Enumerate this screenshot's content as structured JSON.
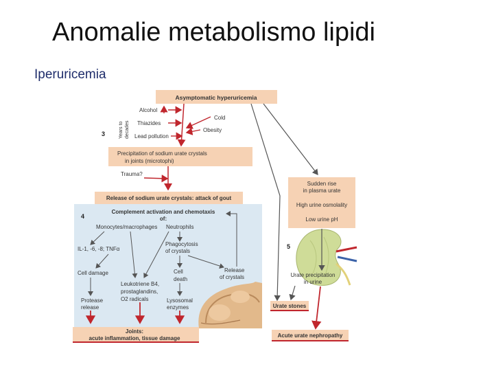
{
  "page": {
    "title": "Anomalie metabolismo lipidi",
    "subtitle": "Iperuricemia"
  },
  "colors": {
    "box_fill": "#f6d2b4",
    "panel_fill": "#dbe8f2",
    "red_arrow": "#c0262d",
    "gray_arrow": "#555555",
    "kidney": "#cfdc98"
  },
  "diagram": {
    "top_box": "Asymptomatic hyperuricemia",
    "side_label_years": "Years to",
    "side_label_decades": "decades",
    "step_3": "3",
    "step_4": "4",
    "step_5": "5",
    "factors": {
      "alcohol": "Alcohol",
      "thiazides": "Thiazides",
      "lead": "Lead pollution",
      "cold": "Cold",
      "obesity": "Obesity",
      "trauma": "Trauma?"
    },
    "precip_line1": "Precipitation of sodium urate crystals",
    "precip_line2": "in joints (microtophi)",
    "release_box": "Release of sodium urate crystals: attack of gout",
    "complement_line1": "Complement activation and chemotaxis",
    "complement_line2": "of:",
    "monocytes": "Monocytes/macrophages",
    "neutrophils": "Neutrophils",
    "interleukins": "IL-1, -6, -8; TNFα",
    "phago_line1": "Phagocytosis",
    "phago_line2": "of crystals",
    "cell_damage": "Cell damage",
    "leuko_line1": "Leukotriene B4,",
    "leuko_line2": "prostaglandins,",
    "leuko_line3": "O2 radicals",
    "cell_death_line1": "Cell",
    "cell_death_line2": "death",
    "release_cr_line1": "Release",
    "release_cr_line2": "of crystals",
    "protease_line1": "Protease",
    "protease_line2": "release",
    "lyso_line1": "Lysosomal",
    "lyso_line2": "enzymes",
    "joints_line1": "Joints:",
    "joints_line2": "acute inflammation, tissue damage",
    "sudden_line1": "Sudden rise",
    "sudden_line2": "in plasma urate",
    "high_urine": "High urine osmolality",
    "low_ph": "Low urine pH",
    "urate_precip_line1": "Urate precipitation",
    "urate_precip_line2": "in urine",
    "urate_stones": "Urate stones",
    "nephropathy": "Acute urate nephropathy"
  }
}
